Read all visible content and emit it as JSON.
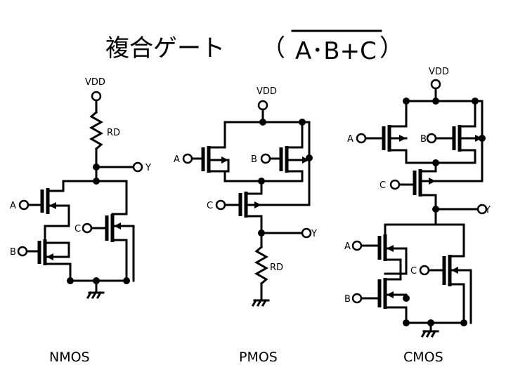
{
  "title": {
    "text": "複合ゲート",
    "formula": "A･B+C",
    "paren_open": "（",
    "paren_close": "）"
  },
  "nmos": {
    "caption": "NMOS",
    "vdd": "VDD",
    "rd": "RD",
    "out": "Y",
    "a": "A",
    "b": "B",
    "c": "C"
  },
  "pmos": {
    "caption": "PMOS",
    "vdd": "VDD",
    "rd": "RD",
    "out": "Y",
    "a": "A",
    "b": "B",
    "c": "C"
  },
  "cmos": {
    "caption": "CMOS",
    "vdd": "VDD",
    "out": "Y",
    "a_top": "A",
    "b_top": "B",
    "c_top": "C",
    "a_bot": "A",
    "b_bot": "B",
    "c_bot": "C"
  }
}
